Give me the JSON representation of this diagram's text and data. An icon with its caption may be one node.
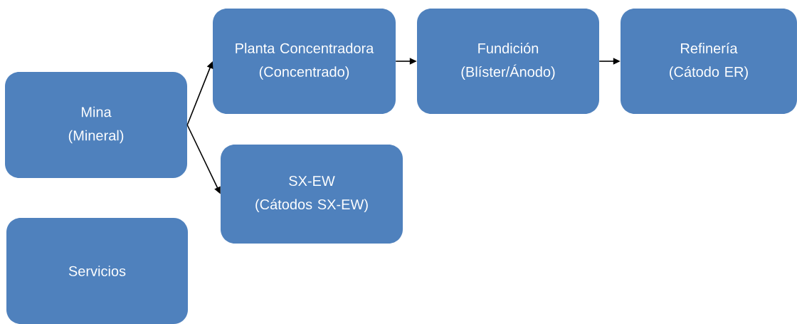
{
  "diagram": {
    "nodes": [
      {
        "text": [
          "Mina",
          "(Mineral)"
        ]
      },
      {
        "text": [
          "Planta Concentradora",
          "(Concentrado)"
        ]
      },
      {
        "text": [
          "Fundición",
          "(Blíster/Ánodo)"
        ]
      },
      {
        "text": [
          "Refinería",
          "(Cátodo ER)"
        ]
      },
      {
        "text": [
          "SX-EW",
          "(Cátodos SX-EW)"
        ]
      },
      {
        "text": [
          "Servicios"
        ]
      }
    ],
    "edges": [
      {
        "from": 0,
        "to": 1,
        "arrow": "to"
      },
      {
        "from": 0,
        "to": 4,
        "arrow": "to"
      },
      {
        "from": 1,
        "to": 2,
        "arrow": "to"
      },
      {
        "from": 2,
        "to": 3,
        "arrow": "to"
      }
    ]
  }
}
